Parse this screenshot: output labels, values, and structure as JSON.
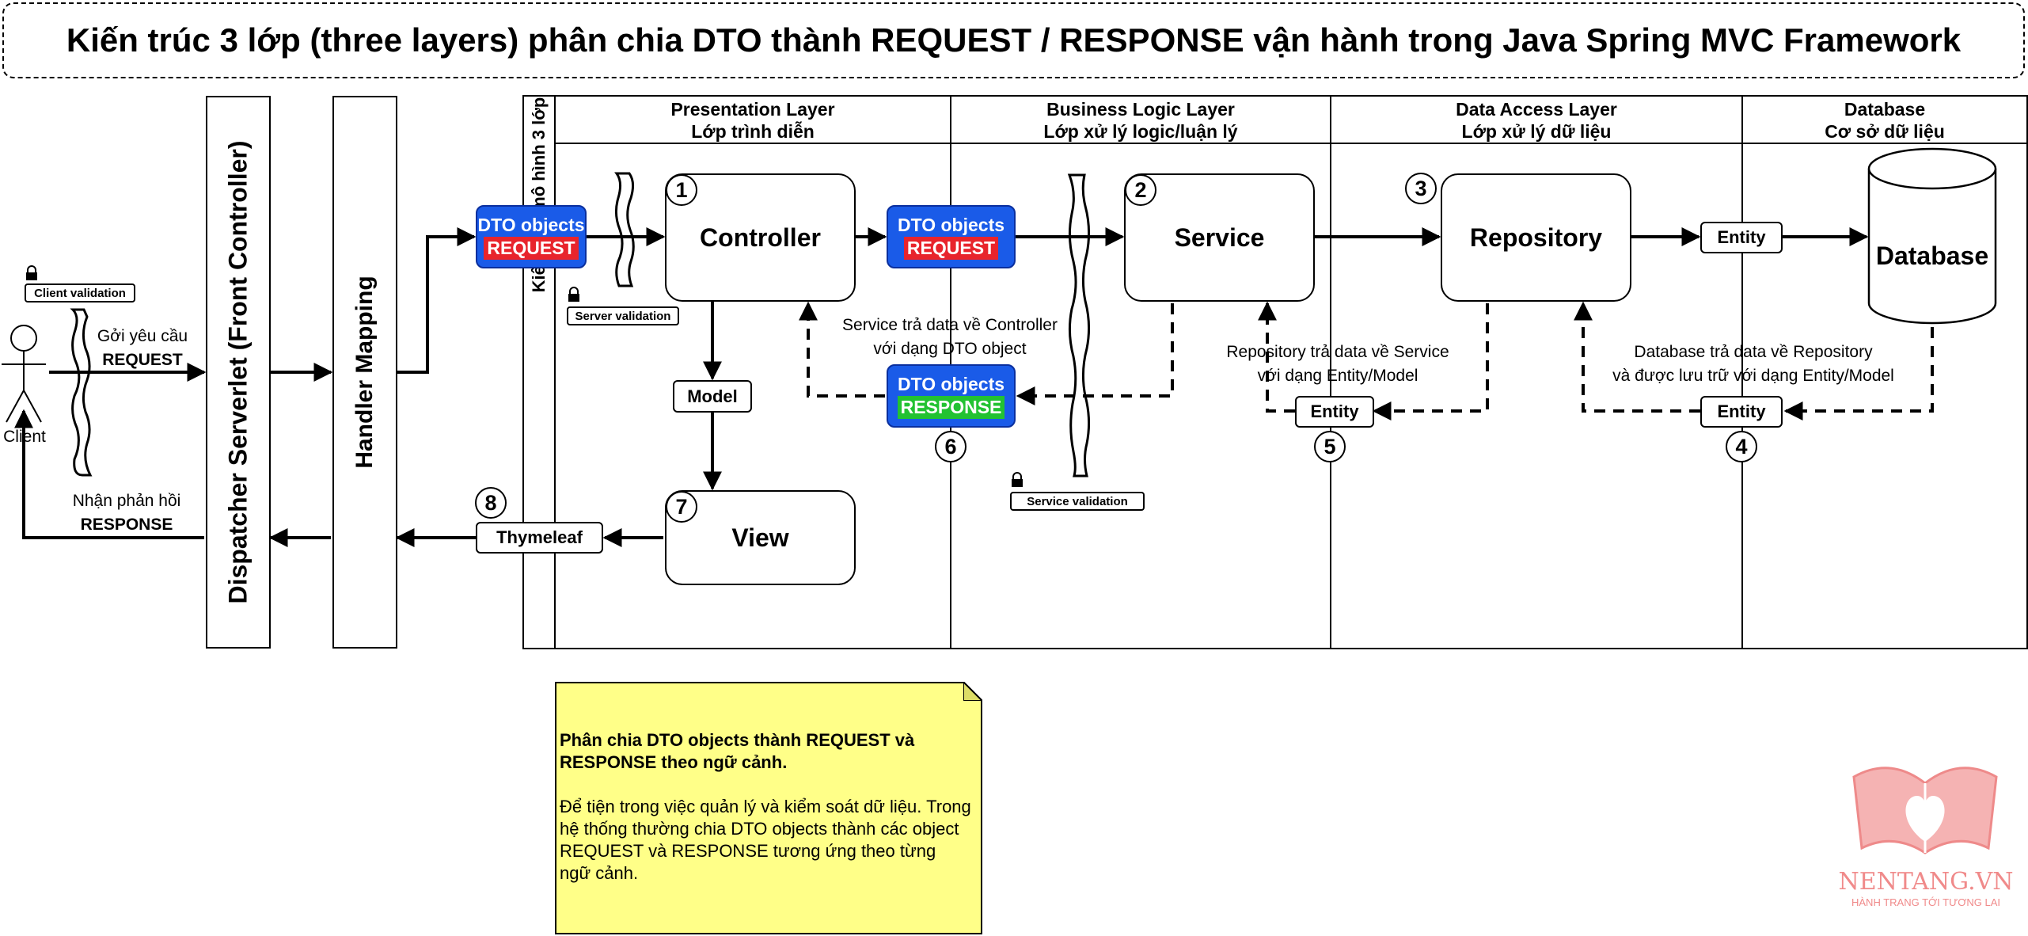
{
  "title": "Kiến trúc 3 lớp (three layers) phân chia DTO thành REQUEST / RESPONSE vận hành trong Java Spring MVC Framework",
  "actor": {
    "label": "Client"
  },
  "client_validation": "Client validation",
  "request_label": {
    "line1": "Gởi yêu cầu",
    "line2": "REQUEST"
  },
  "response_label": {
    "line1": "Nhận phản hồi",
    "line2": "RESPONSE"
  },
  "dispatcher": "Dispatcher Serverlet (Front Controller)",
  "handler_mapping": "Handler Mapping",
  "pool_title": "Kiến trúc mô hình 3 lớp",
  "lanes": [
    {
      "line1": "Presentation Layer",
      "line2": "Lớp trình diễn"
    },
    {
      "line1": "Business Logic Layer",
      "line2": "Lớp xử lý logic/luận lý"
    },
    {
      "line1": "Data Access Layer",
      "line2": "Lớp xử lý dữ liệu"
    },
    {
      "line1": "Database",
      "line2": "Cơ sở dữ liệu"
    }
  ],
  "dto": {
    "title": "DTO objects",
    "request": "REQUEST",
    "response": "RESPONSE"
  },
  "server_validation": "Server validation",
  "service_validation": "Service validation",
  "nodes": {
    "controller": "Controller",
    "service": "Service",
    "repository": "Repository",
    "database": "Database",
    "view": "View"
  },
  "tags": {
    "model": "Model",
    "thymeleaf": "Thymeleaf",
    "entity": "Entity"
  },
  "steps": [
    "1",
    "2",
    "3",
    "4",
    "5",
    "6",
    "7",
    "8"
  ],
  "flow_labels": {
    "service_to_controller": {
      "line1": "Service trả data về Controller",
      "line2": "với dạng DTO object"
    },
    "repo_to_service": {
      "line1": "Repository trả data về Service",
      "line2": "với dạng Entity/Model"
    },
    "db_to_repo": {
      "line1": "Database trả data về Repository",
      "line2": "và được lưu trữ với dạng Entity/Model"
    }
  },
  "note": {
    "heading": "Phân chia DTO objects thành REQUEST và RESPONSE theo ngữ cảnh.",
    "body": "Để tiện trong việc quản lý và kiểm soát dữ liệu. Trong hệ thống thường chia DTO objects thành các object REQUEST và RESPONSE tương ứng theo từng ngữ cảnh."
  },
  "watermark": {
    "brand": "NENTANG.VN",
    "tagline": "HÀNH TRANG TỚI TƯƠNG LAI"
  },
  "colors": {
    "dto_blue": "#1a5be8",
    "request_red": "#e8242c",
    "response_green": "#22c232",
    "note_yellow": "#ffff88",
    "brand_pink": "#f08a8a"
  }
}
